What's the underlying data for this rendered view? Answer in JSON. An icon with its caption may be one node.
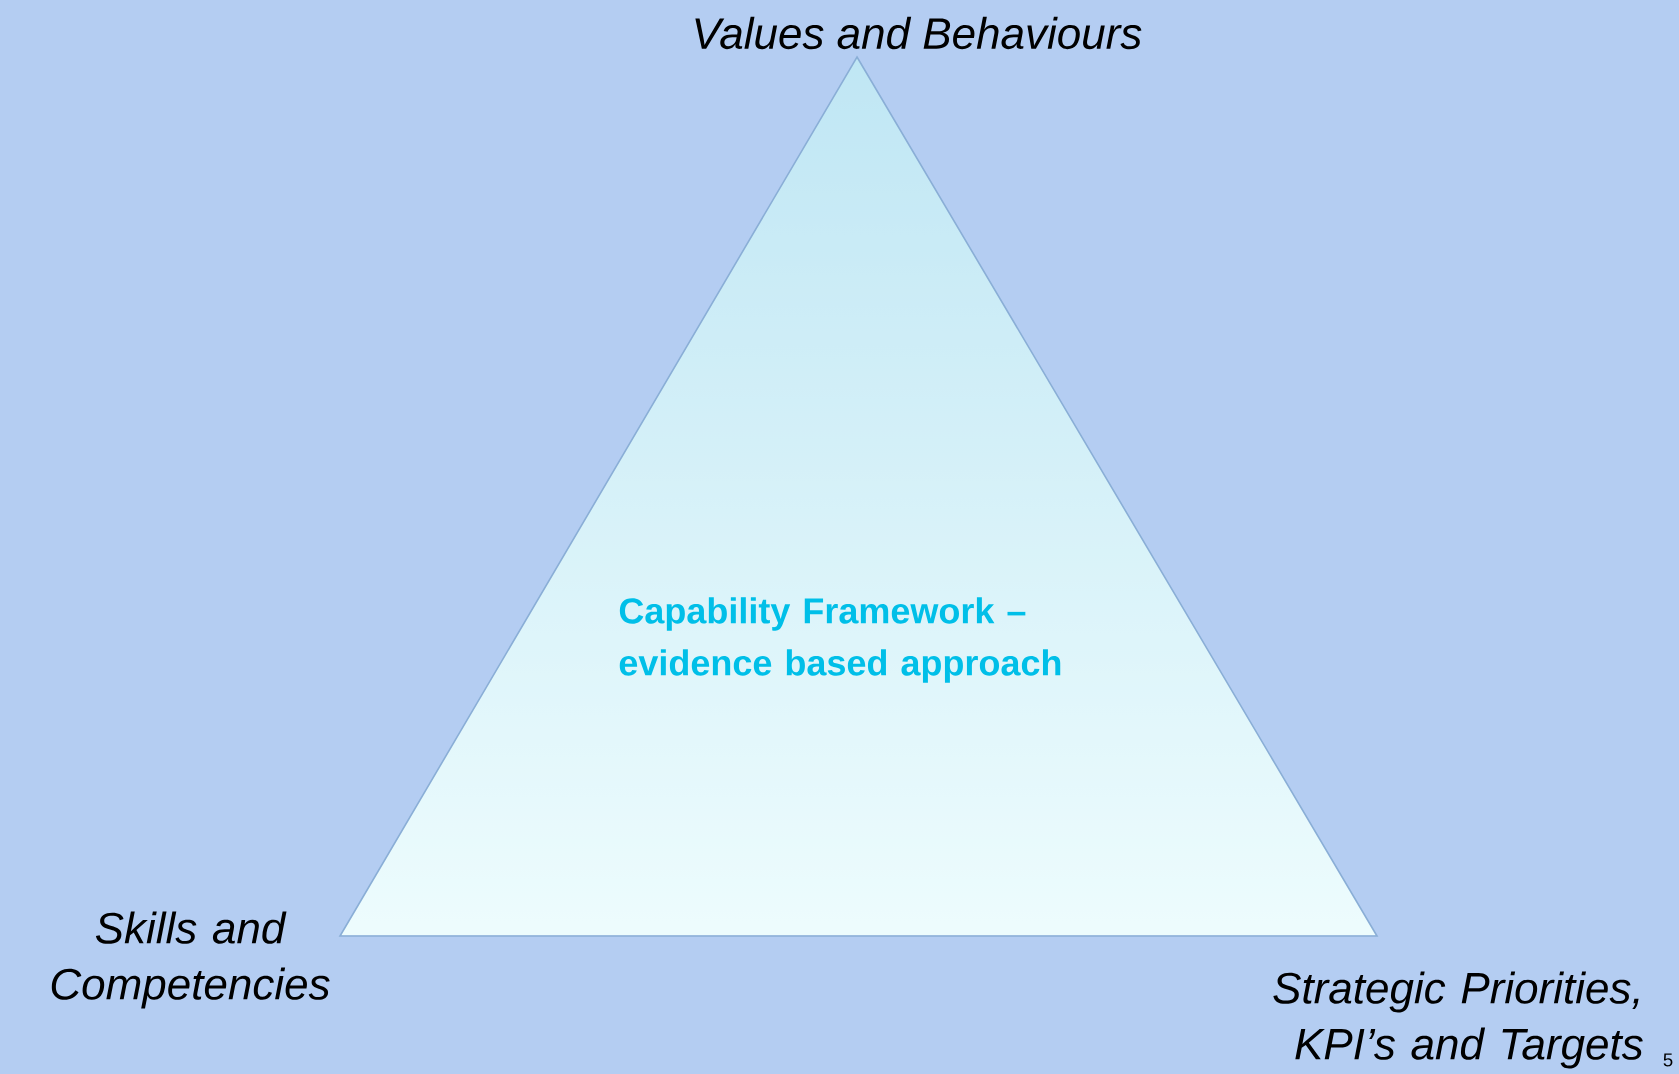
{
  "diagram": {
    "nodes": [
      {
        "text": [
          "Capability Framework – evidence based approach"
        ]
      }
    ],
    "edges": [],
    "labels": [
      "Values and Behaviours",
      "Skills and Competencies",
      "Strategic Priorities, KPI’s and Targets",
      "5"
    ]
  }
}
